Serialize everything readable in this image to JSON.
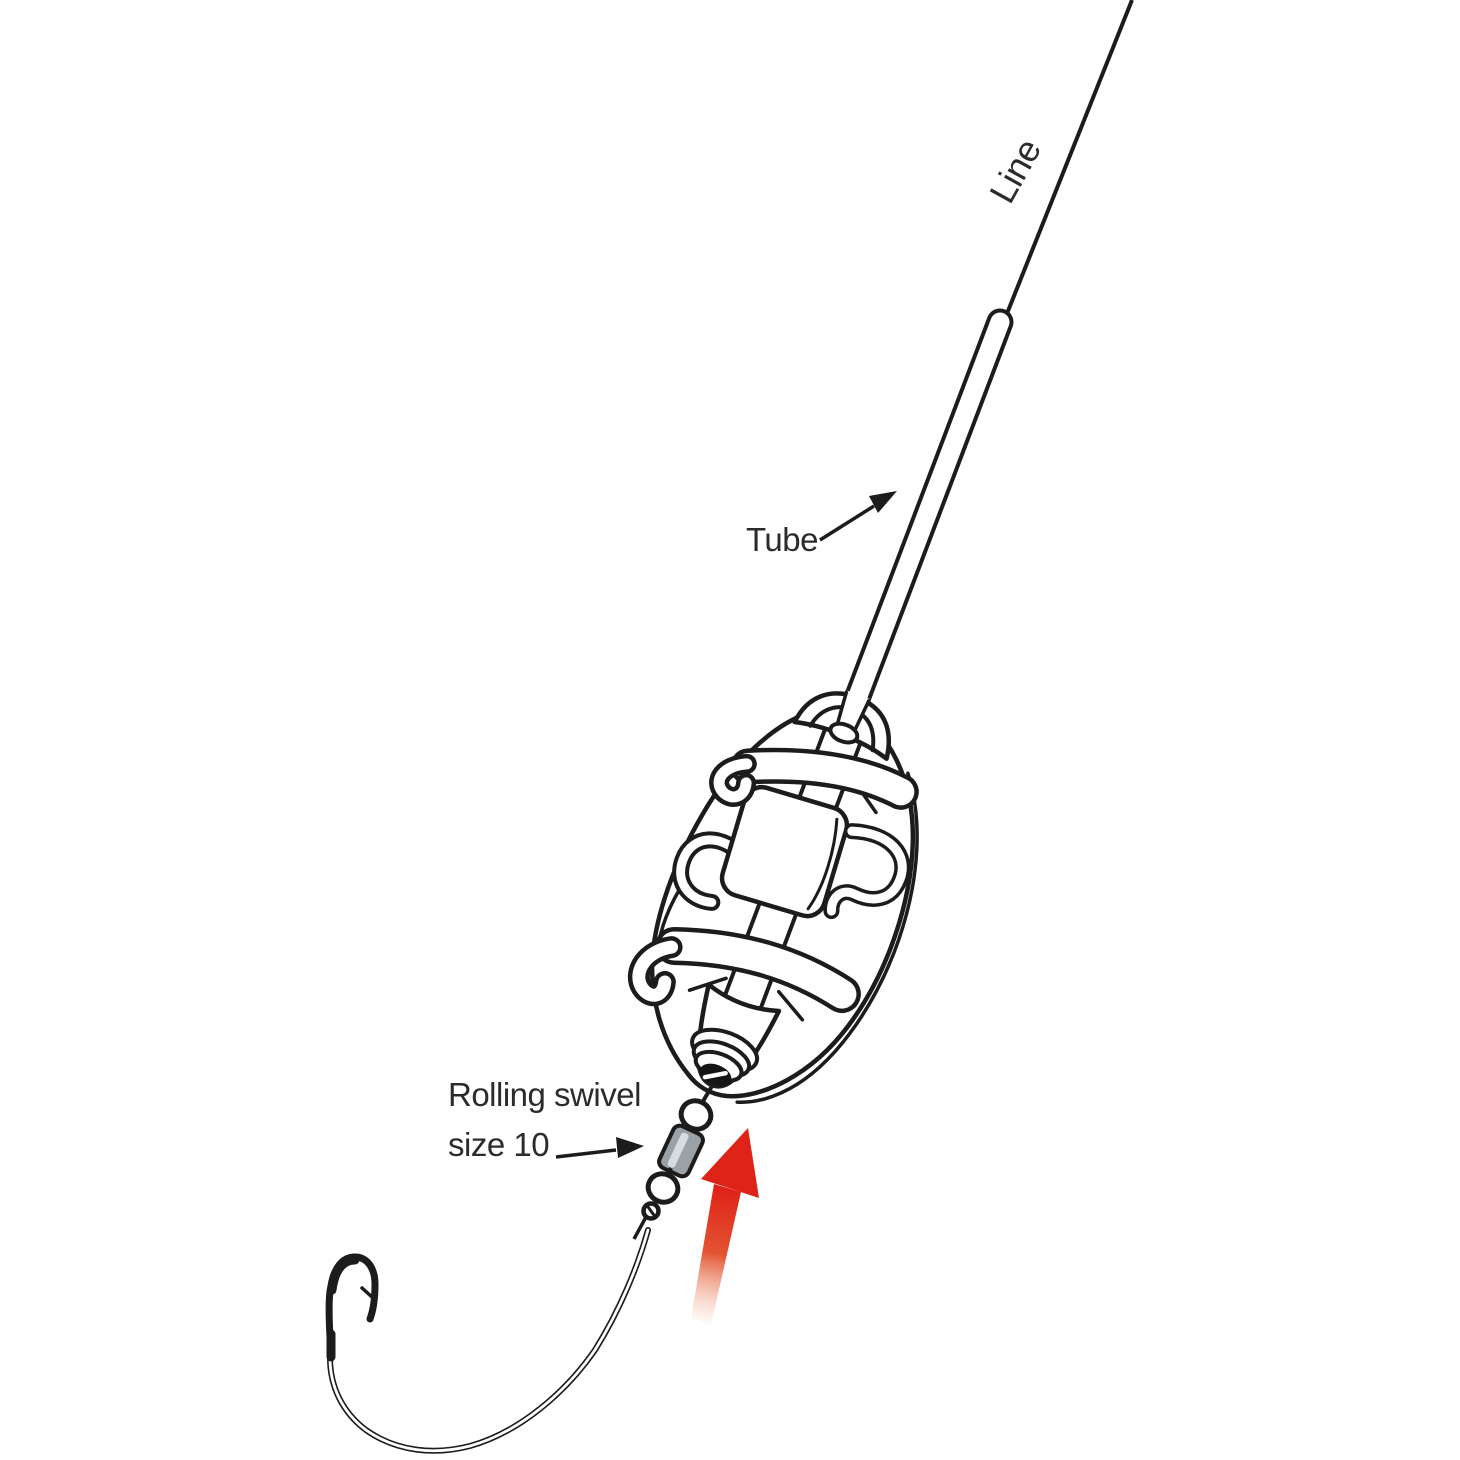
{
  "diagram": {
    "type": "fishing-rig-illustration",
    "labels": {
      "line": "Line",
      "tube": "Tube",
      "swivel_line1": "Rolling swivel",
      "swivel_line2": "size 10"
    },
    "colors": {
      "background": "#ffffff",
      "ink": "#1c1c1c",
      "text": "#2b2b2b",
      "arrow_red": "#de2318",
      "arrow_red_fade": "#f6c5a8",
      "swivel_gray": "#9aa1a7",
      "swivel_highlight": "#d9dcdf",
      "nose_hole": "#151515"
    }
  }
}
